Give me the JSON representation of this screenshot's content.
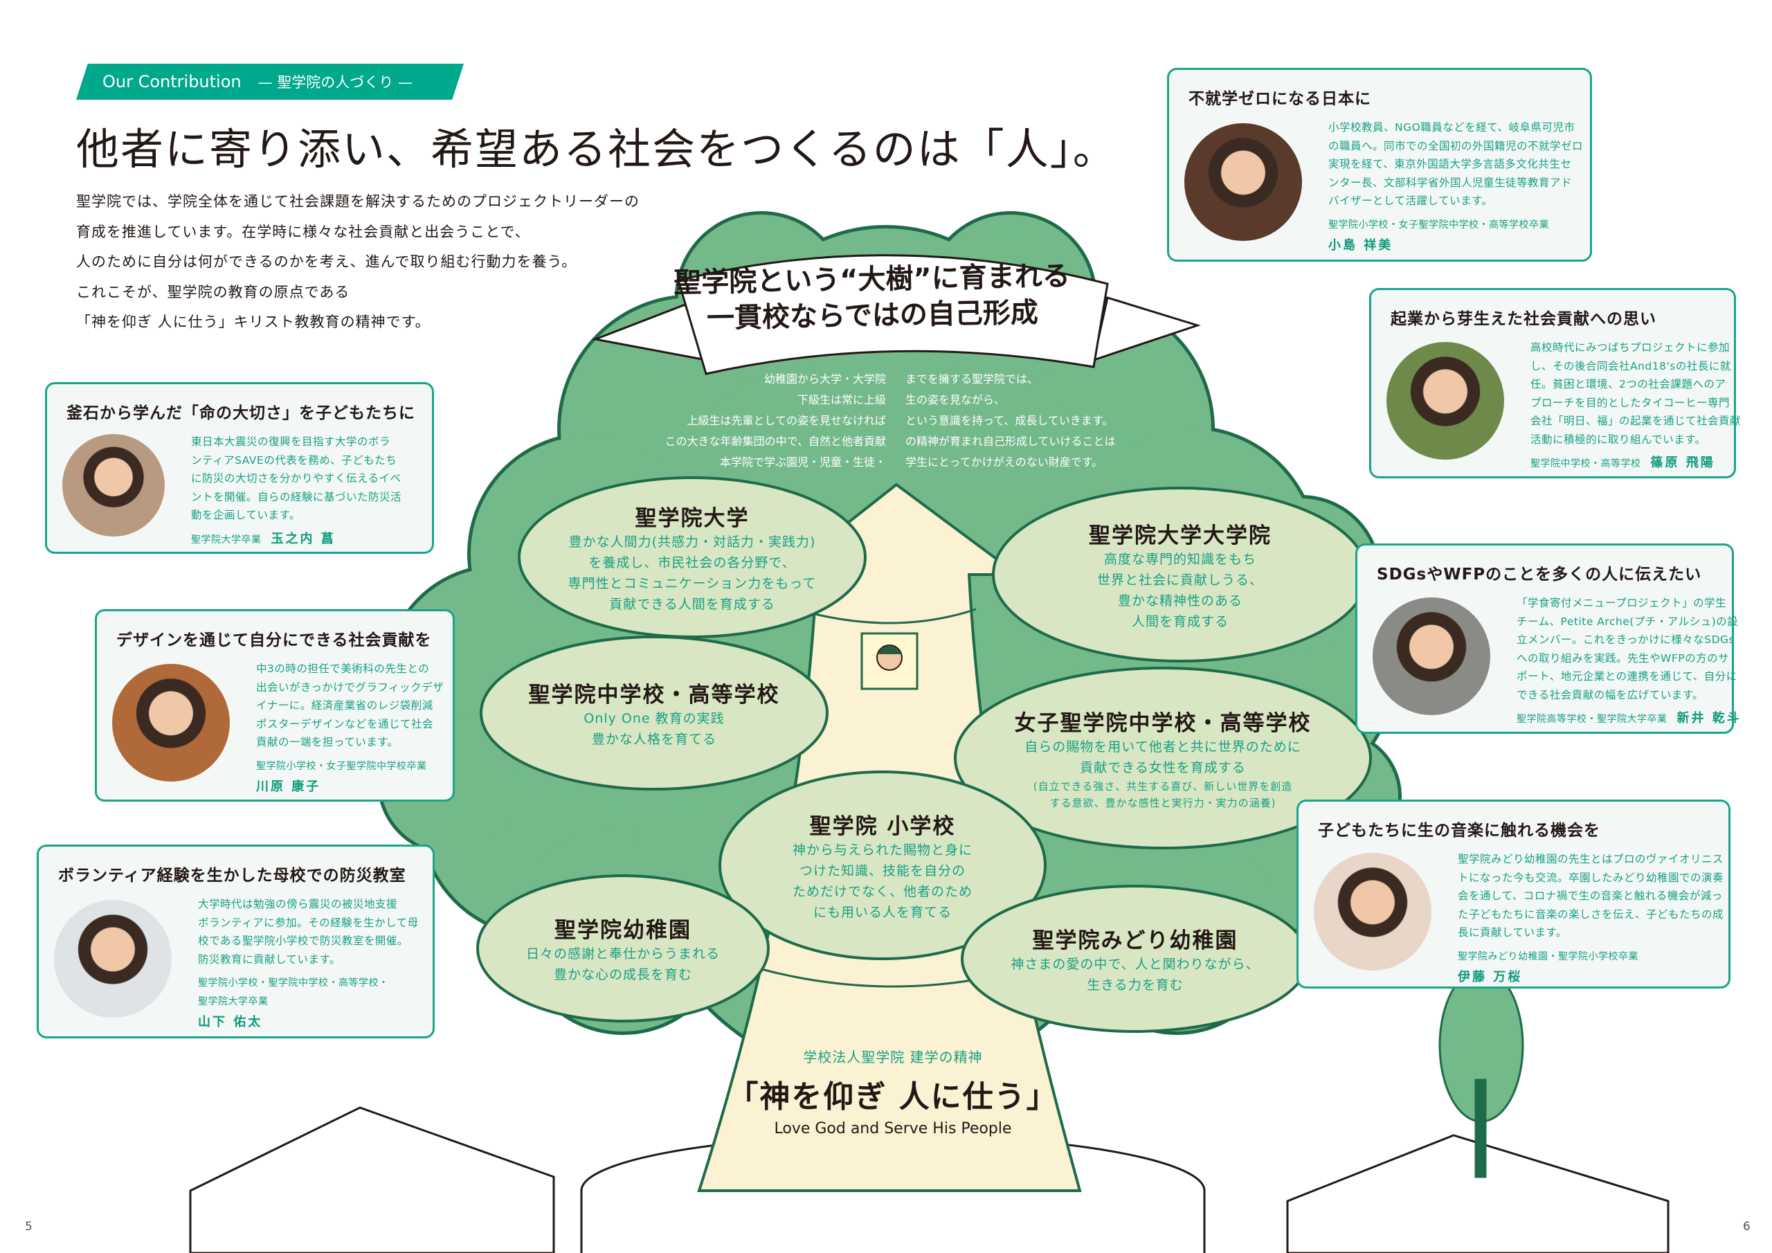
{
  "header": {
    "tag_en": "Our Contribution",
    "tag_jp": "— 聖学院の人づくり —"
  },
  "headline": "他者に寄り添い、希望ある社会をつくるのは「人」。",
  "intro": [
    "聖学院では、学院全体を通じて社会課題を解決するためのプロジェクトリーダーの",
    "育成を推進しています。在学時に様々な社会貢献と出会うことで、",
    "人のために自分は何ができるのかを考え、進んで取り組む行動力を養う。",
    "これこそが、聖学院の教育の原点である",
    "「神を仰ぎ 人に仕う」キリスト教教育の精神です。"
  ],
  "tree": {
    "banner": [
      "聖学院という“大樹”に育まれる",
      "一貫校ならではの自己形成"
    ],
    "paragraph_left": [
      "幼稚園から大学・大学院",
      "下級生は常に上級",
      "上級生は先輩としての姿を見せなければ",
      "この大きな年齢集団の中で、自然と他者貢献",
      "本学院で学ぶ園児・児童・生徒・"
    ],
    "paragraph_right": [
      "までを擁する聖学院では、",
      "生の姿を見ながら、",
      "という意識を持って、成長していきます。",
      "の精神が育まれ自己形成していけることは",
      "学生にとってかけがえのない財産です。"
    ],
    "clouds": {
      "university": {
        "title": "聖学院大学",
        "lines": [
          "豊かな人間力(共感力・対話力・実践力)",
          "を養成し、市民社会の各分野で、",
          "専門性とコミュニケーション力をもって",
          "貢献できる人間を育成する"
        ]
      },
      "graduate": {
        "title": "聖学院大学大学院",
        "lines": [
          "高度な専門的知識をもち",
          "世界と社会に貢献しうる、",
          "豊かな精神性のある",
          "人間を育成する"
        ]
      },
      "junior_high": {
        "title": "聖学院中学校・高等学校",
        "lines": [
          "Only One 教育の実践",
          "豊かな人格を育てる"
        ]
      },
      "girls": {
        "title": "女子聖学院中学校・高等学校",
        "lines": [
          "自らの賜物を用いて他者と共に世界のために",
          "貢献できる女性を育成する"
        ],
        "note": [
          "(自立できる強さ、共生する喜び、新しい世界を創造",
          "する意欲、豊かな感性と実行力・実力の涵養)"
        ]
      },
      "elementary": {
        "title": "聖学院 小学校",
        "lines": [
          "神から与えられた賜物と身に",
          "つけた知識、技能を自分の",
          "ためだけでなく、他者のため",
          "にも用いる人を育てる"
        ]
      },
      "kindergarten": {
        "title": "聖学院幼稚園",
        "lines": [
          "日々の感謝と奉仕からうまれる",
          "豊かな心の成長を育む"
        ]
      },
      "midori": {
        "title": "聖学院みどり幼稚園",
        "lines": [
          "神さまの愛の中で、人と関わりながら、",
          "生きる力を育む"
        ]
      }
    },
    "motto": {
      "label": "学校法人聖学院 建学の精神",
      "jp": "「神を仰ぎ 人に仕う」",
      "en": "Love God and Serve His People"
    }
  },
  "cards": [
    {
      "id": "c1",
      "title": "不就学ゼロになる日本に",
      "body": [
        "小学校教員、NGO職員などを経て、岐阜県可児市",
        "の職員へ。同市での全国初の外国籍児の不就学ゼロ",
        "実現を経て、東京外国語大学多言語多文化共生セ",
        "ンター長、文部科学省外国人児童生徒等教育アド",
        "バイザーとして活躍しています。"
      ],
      "school": "聖学院小学校・女子聖学院中学校・高等学校卒業",
      "name": "小島 祥美",
      "inline": false
    },
    {
      "id": "c2",
      "title": "起業から芽生えた社会貢献への思い",
      "body": [
        "高校時代にみつばちプロジェクトに参加",
        "し、その後合同会社And18'sの社長に就",
        "任。貧困と環境、2つの社会課題へのア",
        "プローチを目的としたタイコーヒー専門",
        "会社「明日、福」の起業を通じて社会貢献",
        "活動に積極的に取り組んでいます。"
      ],
      "school": "聖学院中学校・高等学校",
      "name": "篠原 飛陽",
      "inline": true
    },
    {
      "id": "c3",
      "title": "SDGsやWFPのことを多くの人に伝えたい",
      "body": [
        "「学食寄付メニュープロジェクト」の学生",
        "チーム、Petite Arche(プチ・アルシュ)の設",
        "立メンバー。これをきっかけに様々なSDGs",
        "への取り組みを実践。先生やWFPの方のサ",
        "ポート、地元企業との連携を通じて、自分に",
        "できる社会貢献の幅を広げています。"
      ],
      "school": "聖学院高等学校・聖学院大学卒業",
      "name": "新井 乾斗",
      "inline": true
    },
    {
      "id": "c4",
      "title": "子どもたちに生の音楽に触れる機会を",
      "body": [
        "聖学院みどり幼稚園の先生とはプロのヴァイオリニス",
        "トになった今も交流。卒園したみどり幼稚園での演奏",
        "会を通して、コロナ禍で生の音楽と触れる機会が減っ",
        "た子どもたちに音楽の楽しさを伝え、子どもたちの成",
        "長に貢献しています。"
      ],
      "school": "聖学院みどり幼稚園・聖学院小学校卒業",
      "name": "伊藤 万桜",
      "inline": false
    },
    {
      "id": "c5",
      "title": "釜石から学んだ「命の大切さ」を子どもたちに",
      "body": [
        "東日本大震災の復興を目指す大学のボラ",
        "ンティアSAVEの代表を務め、子どもたち",
        "に防災の大切さを分かりやすく伝えるイベ",
        "ントを開催。自らの経験に基づいた防災活",
        "動を企画しています。"
      ],
      "school": "聖学院大学卒業",
      "name": "玉之内 菖",
      "inline": true
    },
    {
      "id": "c6",
      "title": "デザインを通じて自分にできる社会貢献を",
      "body": [
        "中3の時の担任で美術科の先生との",
        "出会いがきっかけでグラフィックデザ",
        "イナーに。経済産業省のレジ袋削減",
        "ポスターデザインなどを通じて社会",
        "貢献の一端を担っています。"
      ],
      "school": "聖学院小学校・女子聖学院中学校卒業",
      "name": "川原 康子",
      "inline": false
    },
    {
      "id": "c7",
      "title": "ボランティア経験を生かした母校での防災教室",
      "body": [
        "大学時代は勉強の傍ら震災の被災地支援",
        "ボランティアに参加。その経験を生かして母",
        "校である聖学院小学校で防災教室を開催。",
        "防災教育に貢献しています。"
      ],
      "school": "聖学院小学校・聖学院中学校・高等学校・\n聖学院大学卒業",
      "name": "山下 佑太",
      "inline": false
    }
  ],
  "page_numbers": {
    "left": "5",
    "right": "6"
  },
  "colors": {
    "accent": "#00a88c",
    "text_green": "#17a184",
    "canopy": "#74b98a",
    "cloud": "#d9e6c3",
    "trunk": "#fbf1d3",
    "outline": "#1e6b4a"
  }
}
